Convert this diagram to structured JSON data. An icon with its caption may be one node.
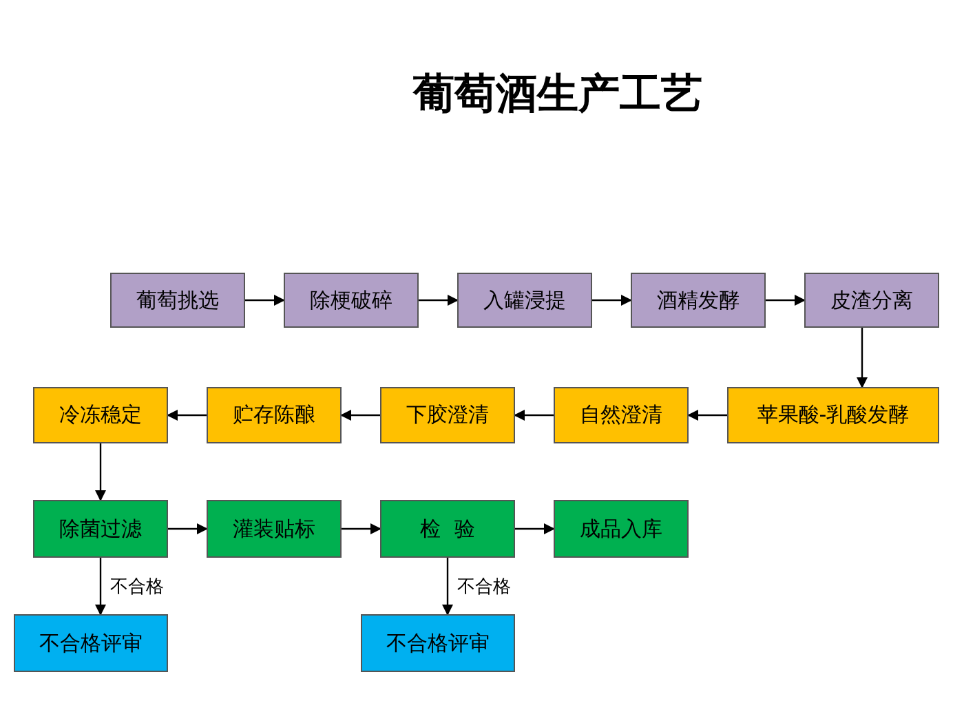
{
  "diagram": {
    "title": "葡萄酒生产工艺",
    "nodes": [
      {
        "text": [
          "葡萄挑选"
        ]
      },
      {
        "text": [
          "除梗破碎"
        ]
      },
      {
        "text": [
          "入罐浸提"
        ]
      },
      {
        "text": [
          "酒精发酵"
        ]
      },
      {
        "text": [
          "皮渣分离"
        ]
      },
      {
        "text": [
          "苹果酸-乳酸发酵"
        ]
      },
      {
        "text": [
          "自然澄清"
        ]
      },
      {
        "text": [
          "下胶澄清"
        ]
      },
      {
        "text": [
          "贮存陈酿"
        ]
      },
      {
        "text": [
          "冷冻稳定"
        ]
      },
      {
        "text": [
          "除菌过滤"
        ]
      },
      {
        "text": [
          "灌装贴标"
        ]
      },
      {
        "text": [
          "检  验"
        ]
      },
      {
        "text": [
          "成品入库"
        ]
      },
      {
        "text": [
          "不合格评审"
        ]
      },
      {
        "text": [
          "不合格评审"
        ]
      }
    ],
    "edges": [
      {
        "from": 0,
        "to": 1,
        "arrow": "to"
      },
      {
        "from": 1,
        "to": 2,
        "arrow": "to"
      },
      {
        "from": 2,
        "to": 3,
        "arrow": "to"
      },
      {
        "from": 3,
        "to": 4,
        "arrow": "to"
      },
      {
        "from": 4,
        "to": 5,
        "arrow": "to"
      },
      {
        "from": 5,
        "to": 6,
        "arrow": "to"
      },
      {
        "from": 6,
        "to": 7,
        "arrow": "to"
      },
      {
        "from": 7,
        "to": 8,
        "arrow": "to"
      },
      {
        "from": 8,
        "to": 9,
        "arrow": "to"
      },
      {
        "from": 9,
        "to": 10,
        "arrow": "to"
      },
      {
        "from": 10,
        "to": 11,
        "arrow": "to"
      },
      {
        "from": 11,
        "to": 12,
        "arrow": "to"
      },
      {
        "from": 12,
        "to": 13,
        "arrow": "to"
      },
      {
        "from": 10,
        "to": 14,
        "arrow": "to",
        "label": "不合格"
      },
      {
        "from": 12,
        "to": 15,
        "arrow": "to",
        "label": "不合格"
      }
    ]
  }
}
